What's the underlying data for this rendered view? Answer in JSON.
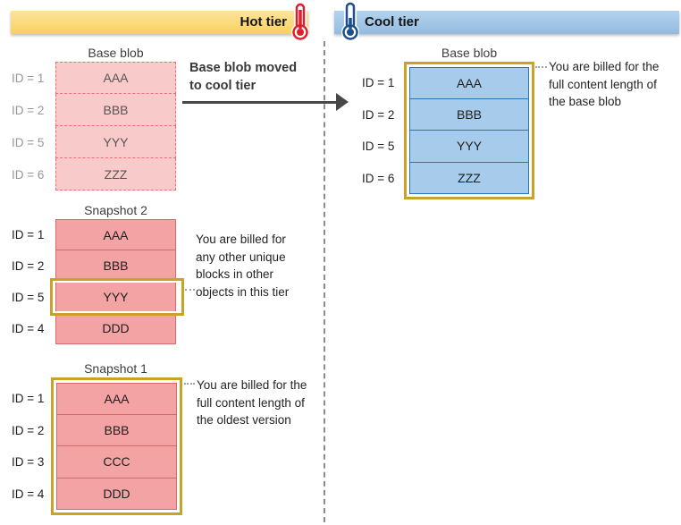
{
  "header": {
    "hot_label": "Hot tier",
    "cool_label": "Cool tier",
    "hot_icon": "thermometer-red-icon",
    "cool_icon": "thermometer-blue-icon"
  },
  "hot_tier": {
    "move_label": "Base blob moved\nto cool tier",
    "base_blob": {
      "title": "Base blob",
      "rows": [
        {
          "id": "ID = 1",
          "block": "AAA"
        },
        {
          "id": "ID = 2",
          "block": "BBB"
        },
        {
          "id": "ID = 5",
          "block": "YYY"
        },
        {
          "id": "ID = 6",
          "block": "ZZZ"
        }
      ]
    },
    "snapshot_2": {
      "title": "Snapshot 2",
      "rows": [
        {
          "id": "ID = 1",
          "block": "AAA"
        },
        {
          "id": "ID = 2",
          "block": "BBB"
        },
        {
          "id": "ID = 5",
          "block": "YYY"
        },
        {
          "id": "ID = 4",
          "block": "DDD"
        }
      ],
      "highlighted_block": "YYY",
      "annotation": "You are billed for\nany other unique\nblocks in other\nobjects in this tier"
    },
    "snapshot_1": {
      "title": "Snapshot 1",
      "rows": [
        {
          "id": "ID = 1",
          "block": "AAA"
        },
        {
          "id": "ID = 2",
          "block": "BBB"
        },
        {
          "id": "ID = 3",
          "block": "CCC"
        },
        {
          "id": "ID = 4",
          "block": "DDD"
        }
      ],
      "annotation": "You are billed for the\nfull content length of\nthe oldest version"
    }
  },
  "cool_tier": {
    "base_blob": {
      "title": "Base blob",
      "rows": [
        {
          "id": "ID = 1",
          "block": "AAA"
        },
        {
          "id": "ID = 2",
          "block": "BBB"
        },
        {
          "id": "ID = 5",
          "block": "YYY"
        },
        {
          "id": "ID = 6",
          "block": "ZZZ"
        }
      ],
      "annotation": "You are billed for the\nfull content length of\nthe base blob"
    }
  },
  "colors": {
    "hot_bar": "#f8d160",
    "cool_bar": "#93bbdf",
    "hot_block_fill": "#f3a3a4",
    "hot_block_faded_fill": "#f9caca",
    "hot_block_border": "#d66a6a",
    "cool_block_fill": "#a7cbea",
    "cool_block_border": "#2e74b5",
    "highlight_gold": "#c9a227",
    "thermometer_red": "#e01f2d",
    "thermometer_blue": "#1f4e8c"
  }
}
